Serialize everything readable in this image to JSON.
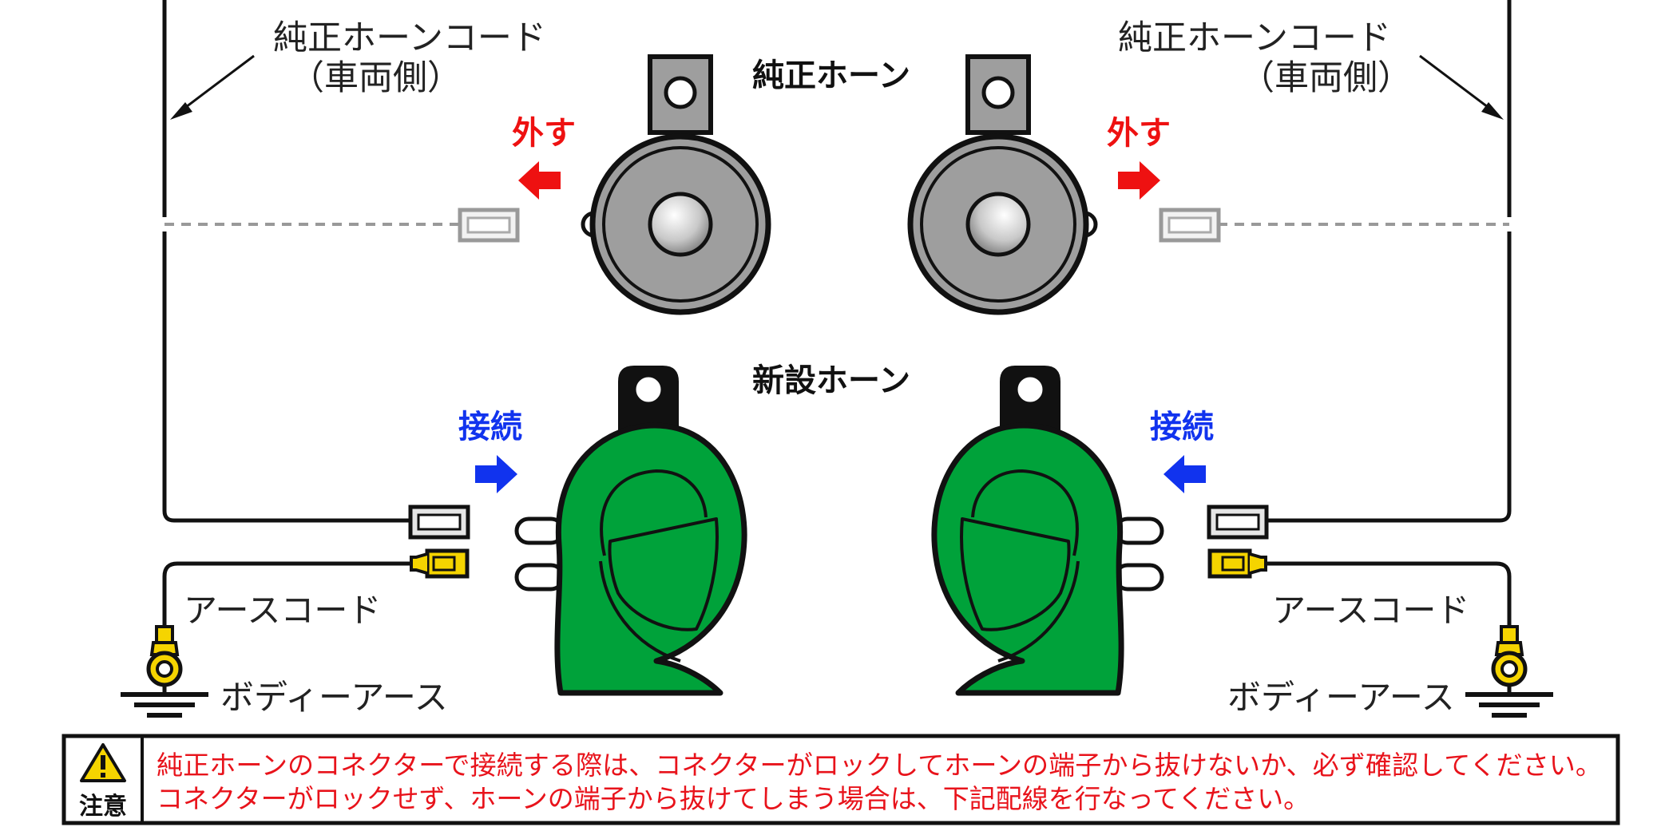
{
  "labels": {
    "stock_horn_cord_left": "純正ホーンコード",
    "vehicle_side_left": "（車両側）",
    "stock_horn_cord_right": "純正ホーンコード",
    "vehicle_side_right": "（車両側）",
    "stock_horn": "純正ホーン",
    "remove_left": "外す",
    "remove_right": "外す",
    "new_horn": "新設ホーン",
    "connect_left": "接続",
    "connect_right": "接続",
    "earth_cord_left": "アースコード",
    "earth_cord_right": "アースコード",
    "body_earth_left": "ボディーアース",
    "body_earth_right": "ボディーアース"
  },
  "caution": {
    "label": "注意",
    "icon": "warning-triangle-icon",
    "line1": "純正ホーンのコネクターで接続する際は、コネクターがロックしてホーンの端子から抜けないか、必ず確認してください。",
    "line2": "コネクターがロックせず、ホーンの端子から抜けてしまう場合は、下記配線を行なってください。"
  },
  "colors": {
    "remove_red": "#ee1111",
    "connect_blue": "#1133ee",
    "new_horn_green": "#00a23a",
    "stock_horn_gray": "#9e9e9e",
    "earth_yellow": "#f5d400",
    "caution_text": "#e8131b"
  }
}
